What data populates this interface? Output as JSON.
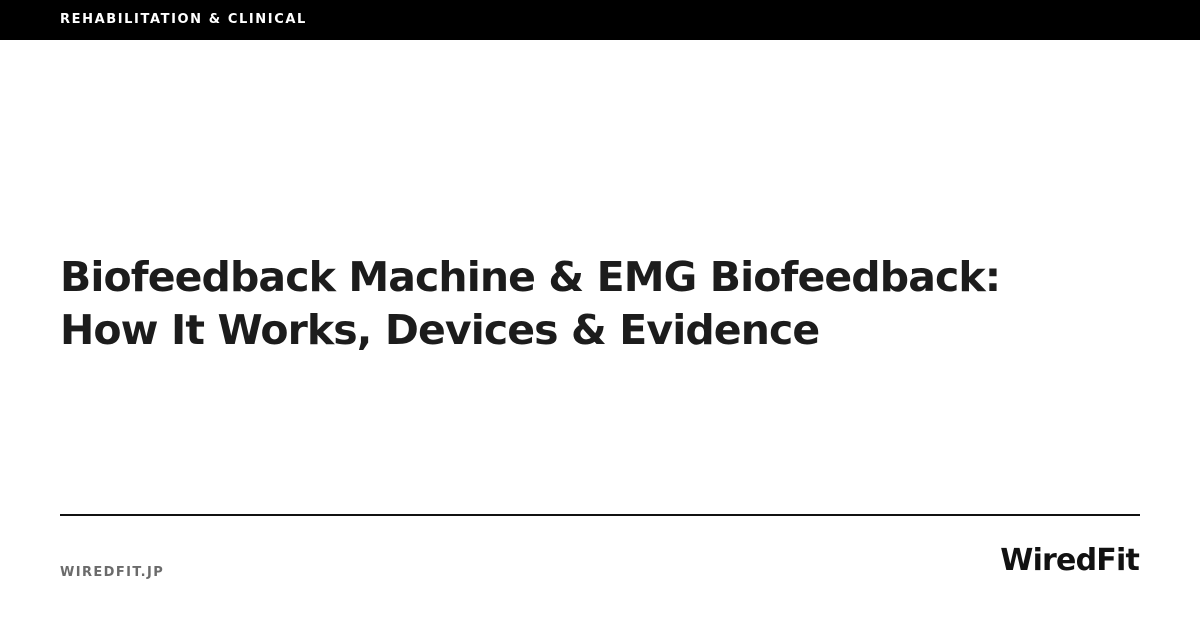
{
  "header": {
    "category": "REHABILITATION & CLINICAL",
    "background_color": "#000000"
  },
  "article": {
    "title_line_1": "Biofeedback Machine & EMG Biofeedback:",
    "title_line_2": "How It Works, Devices & Evidence"
  },
  "footer": {
    "domain": "WIREDFIT.JP",
    "brand": "WiredFit"
  }
}
